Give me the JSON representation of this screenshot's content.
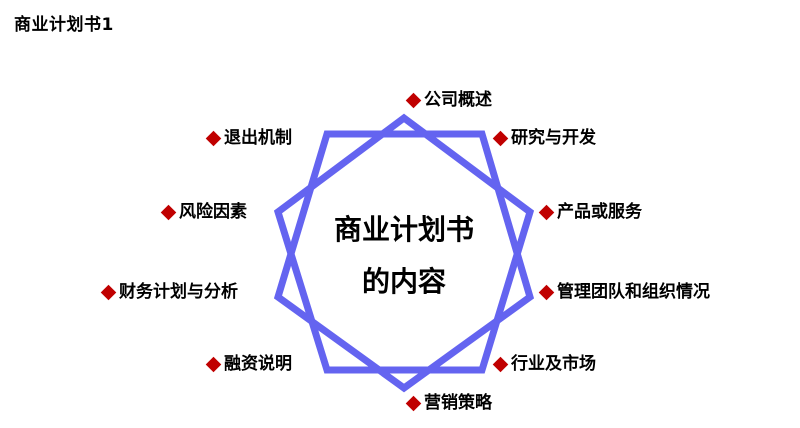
{
  "title": "商业计划书1",
  "colors": {
    "star": "#6464F0",
    "bullet": "#C00000"
  },
  "center": {
    "line1": "商业计划书",
    "line2": "的内容"
  },
  "items": [
    {
      "label": "公司概述",
      "icon": "diamond-bullet"
    },
    {
      "label": "研究与开发",
      "icon": "diamond-bullet"
    },
    {
      "label": "产品或服务",
      "icon": "diamond-bullet"
    },
    {
      "label": "管理团队和组织情况",
      "icon": "diamond-bullet"
    },
    {
      "label": "行业及市场",
      "icon": "diamond-bullet"
    },
    {
      "label": "营销策略",
      "icon": "diamond-bullet"
    },
    {
      "label": "融资说明",
      "icon": "diamond-bullet"
    },
    {
      "label": "财务计划与分析",
      "icon": "diamond-bullet"
    },
    {
      "label": "风险因素",
      "icon": "diamond-bullet"
    },
    {
      "label": "退出机制",
      "icon": "diamond-bullet"
    }
  ]
}
